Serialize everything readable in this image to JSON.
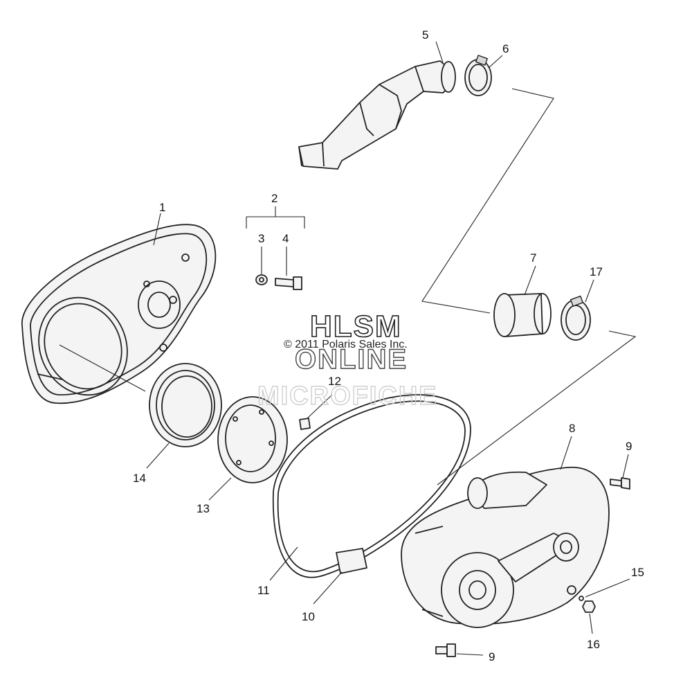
{
  "watermark": {
    "line1": "HLSM",
    "copyright": "© 2011 Polaris Sales Inc.",
    "line2": "ONLINE",
    "line3": "MICROFICHE"
  },
  "callouts": [
    {
      "id": "c1",
      "text": "1"
    },
    {
      "id": "c2",
      "text": "2"
    },
    {
      "id": "c3",
      "text": "3"
    },
    {
      "id": "c4",
      "text": "4"
    },
    {
      "id": "c5",
      "text": "5"
    },
    {
      "id": "c6",
      "text": "6"
    },
    {
      "id": "c7",
      "text": "7"
    },
    {
      "id": "c8",
      "text": "8"
    },
    {
      "id": "c9a",
      "text": "9"
    },
    {
      "id": "c9b",
      "text": "9"
    },
    {
      "id": "c10",
      "text": "10"
    },
    {
      "id": "c11",
      "text": "11"
    },
    {
      "id": "c12",
      "text": "12"
    },
    {
      "id": "c13",
      "text": "13"
    },
    {
      "id": "c14",
      "text": "14"
    },
    {
      "id": "c15",
      "text": "15"
    },
    {
      "id": "c16",
      "text": "16"
    },
    {
      "id": "c17",
      "text": "17"
    }
  ]
}
